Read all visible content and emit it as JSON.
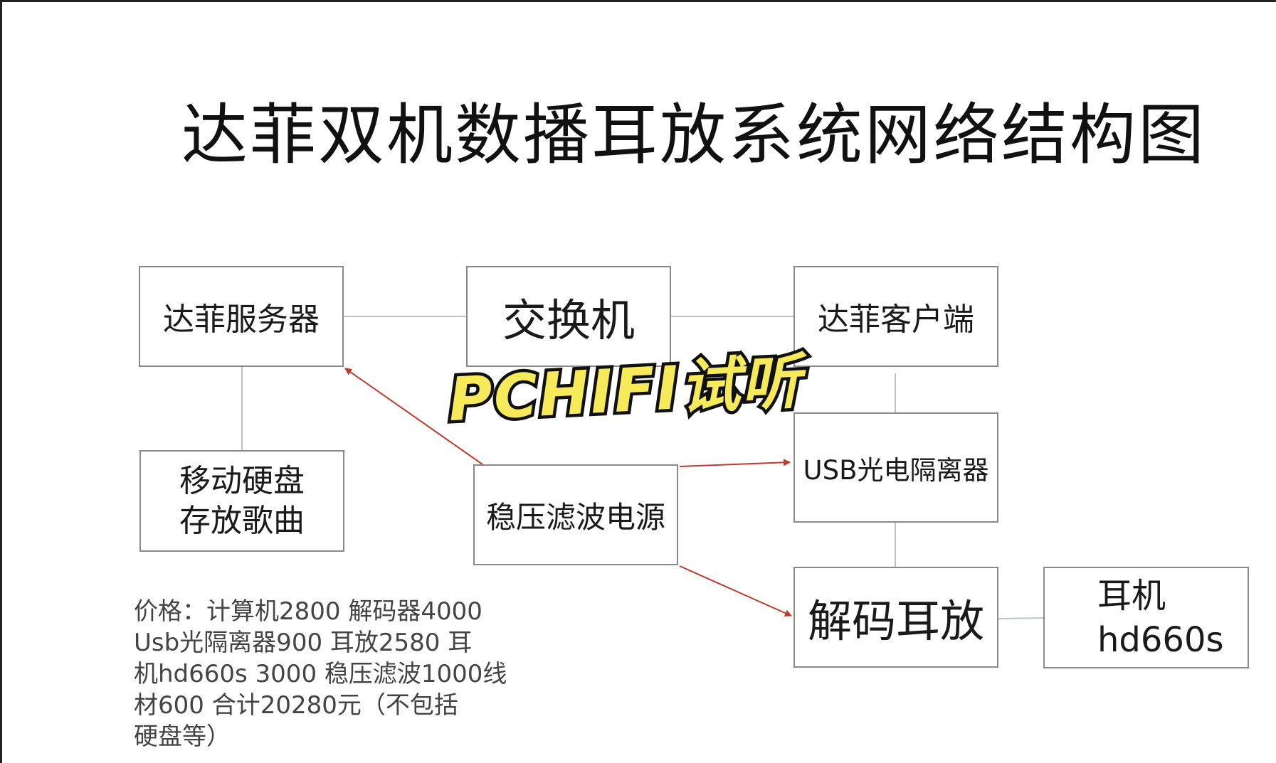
{
  "title": "达菲双机数播耳放系统网络结构图",
  "nodes": {
    "server": "达菲服务器",
    "switch": "交换机",
    "client": "达菲客户端",
    "storage_line1": "移动硬盘",
    "storage_line2": "存放歌曲",
    "power_supply": "稳压滤波电源",
    "usb_isolator": "USB光电隔离器",
    "dac_amp": "解码耳放",
    "headphone_line1": "耳机",
    "headphone_line2": "hd660s"
  },
  "price_note": "价格：计算机2800 解码器4000\nUsb光隔离器900  耳放2580  耳\n机hd660s 3000 稳压滤波1000线\n材600   合计20280元（不包括\n硬盘等）",
  "watermark": "PCHIFI试听",
  "colors": {
    "connector_gray": "#b9c4cc",
    "power_arrow": "#c0392b",
    "watermark_fill": "#f6ea5a"
  }
}
